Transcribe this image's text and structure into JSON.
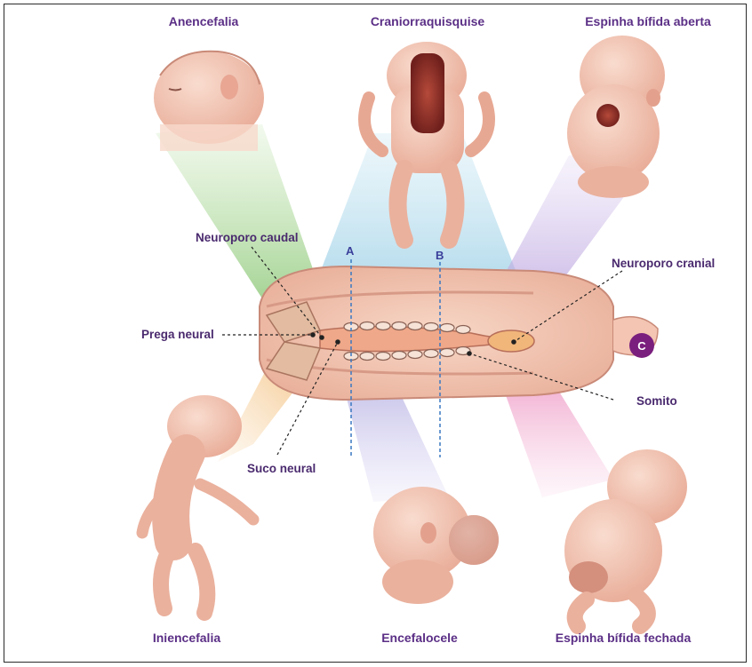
{
  "conditions": {
    "anencefalia": "Anencefalia",
    "craniorraquisquise": "Craniorraquisquise",
    "espinha_bifida_aberta": "Espinha bífida aberta",
    "iniencefalia": "Iniencefalia",
    "encefalocele": "Encefalocele",
    "espinha_bifida_fechada": "Espinha bífida fechada"
  },
  "labels": {
    "neuroporo_caudal": "Neuroporo caudal",
    "neuroporo_cranial": "Neuroporo cranial",
    "prega_neural": "Prega neural",
    "somito": "Somito",
    "suco_neural": "Suco neural"
  },
  "sections": {
    "a": "A",
    "b": "B"
  },
  "panel_badge": "C",
  "colors": {
    "title_purple": "#5b2f86",
    "badge_purple": "#7a1f7e",
    "beam_green": "#9fd08a",
    "beam_blue": "#a9d6ea",
    "beam_purple": "#c7b6e4",
    "beam_orange": "#f5c98a",
    "beam_lavender": "#b9b4e2",
    "beam_pink": "#f0a9cf",
    "skin": "#f1c2b2"
  }
}
